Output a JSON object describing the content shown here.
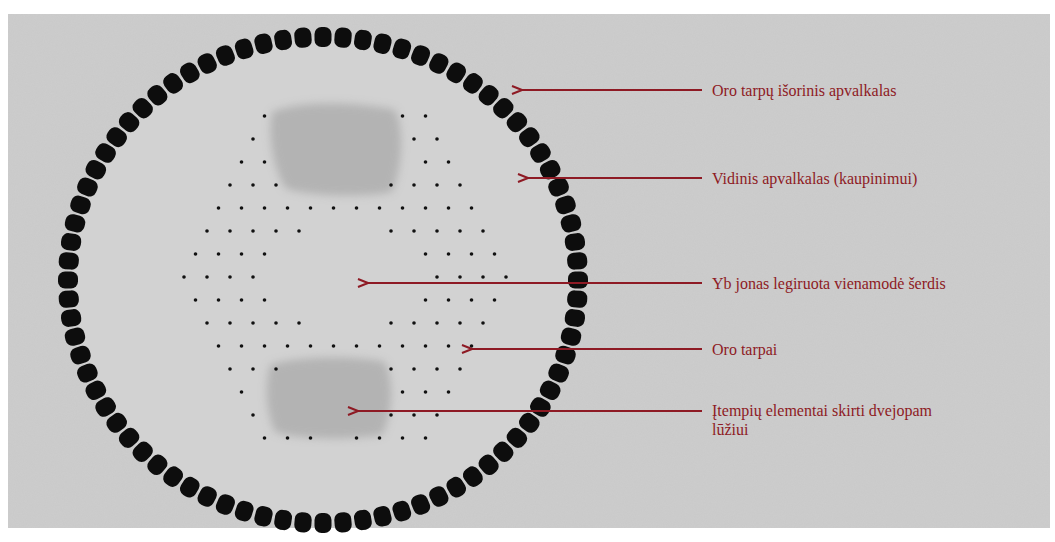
{
  "diagram": {
    "labels": [
      "Oro tarpų išorinis apvalkalas",
      "Vidinis apvalkalas (kaupinimui)",
      "Yb jonas legiruota vienamodė šerdis",
      "Oro tarpai",
      "Įtempių elementai skirti dvejopam lūžiui"
    ]
  }
}
